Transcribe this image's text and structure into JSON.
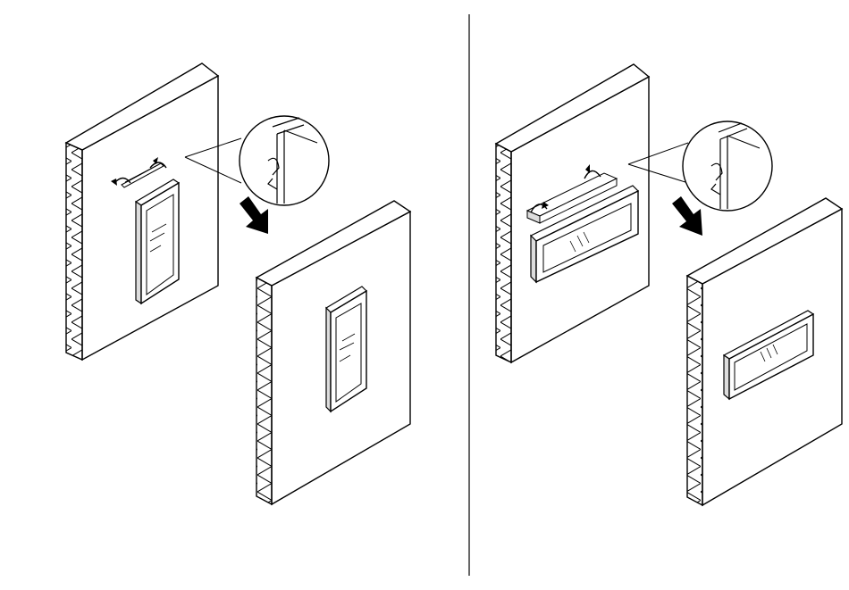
{
  "diagram": {
    "panels": [
      {
        "id": "portrait",
        "mirror_orientation": "portrait",
        "step": "hang-mirror-vertical"
      },
      {
        "id": "landscape",
        "mirror_orientation": "landscape",
        "step": "hang-mirror-horizontal"
      }
    ],
    "colors": {
      "line": "#000000",
      "background": "#ffffff",
      "glass_hatch": "#000000"
    },
    "icons": [
      "rotate-arrow-icon",
      "down-arrow-icon",
      "detail-magnifier-icon"
    ]
  }
}
